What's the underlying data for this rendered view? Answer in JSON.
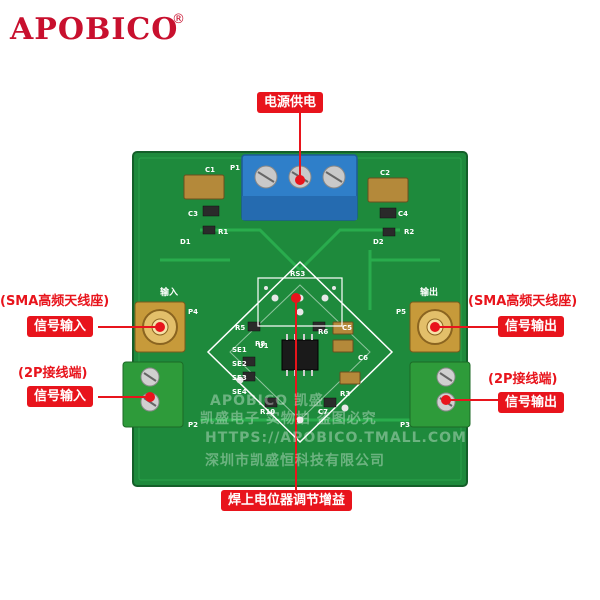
{
  "brand": {
    "name": "APOBICO",
    "registered": "®"
  },
  "callouts": {
    "power": "电源供电",
    "input_sma_note": "(SMA高频天线座)",
    "input_sma_label": "信号输入",
    "input_2p_note": "(2P接线端)",
    "input_2p_label": "信号输入",
    "output_sma_note": "(SMA高频天线座)",
    "output_sma_label": "信号输出",
    "output_2p_note": "(2P接线端)",
    "output_2p_label": "信号输出",
    "gain": "焊上电位器调节增益"
  },
  "board_silk": {
    "p1": "P1",
    "p2": "P2",
    "p3": "P3",
    "p4": "P4",
    "p5": "P5",
    "in": "输入",
    "out": "输出",
    "c1": "C1",
    "c2": "C2",
    "c3": "C3",
    "c4": "C4",
    "c5": "C5",
    "c6": "C6",
    "c7": "C7",
    "r1": "R1",
    "r2": "R2",
    "r3": "R3",
    "r5": "R5",
    "r6": "R6",
    "r8": "R8",
    "r10": "R10",
    "rs3": "RS3",
    "u1": "U1",
    "d1": "D1",
    "d2": "D2",
    "se1": "SE1",
    "se2": "SE2",
    "se3": "SE3",
    "se4": "SE4",
    "r2l": "R2"
  },
  "watermark": {
    "line1": "APOBICO 凯盛",
    "line2": "凯盛电子 实物拍 盗图必究",
    "line3": "HTTPS://APOBICO.TMALL.COM",
    "line4": "深圳市凯盛恒科技有限公司"
  },
  "colors": {
    "accent": "#e8141c",
    "pcb": "#1e8a3c",
    "terminal_blue": "#2f7fc9",
    "terminal_green": "#2e9b3a",
    "gold": "#d4a23a"
  }
}
